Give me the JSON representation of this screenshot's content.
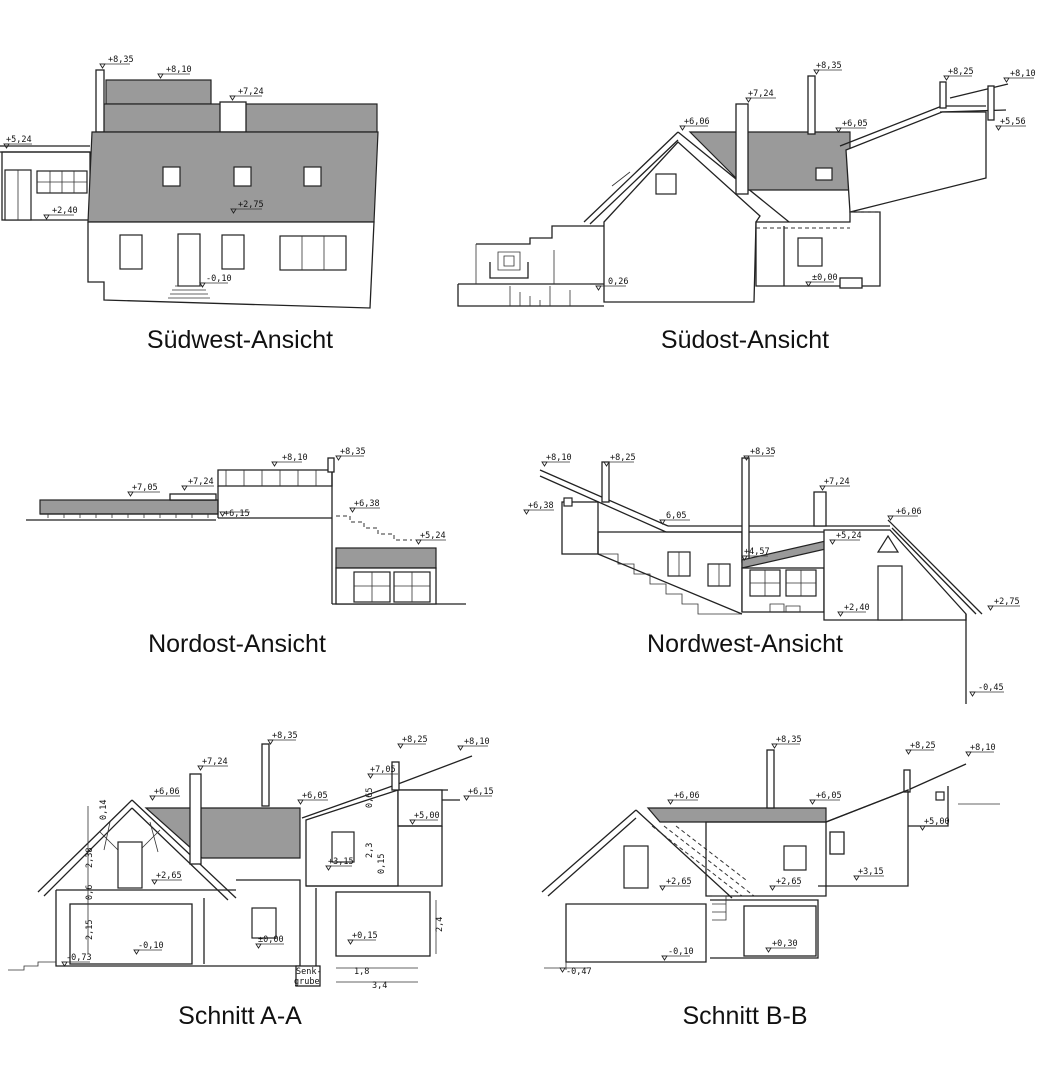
{
  "drawings": [
    {
      "id": "suedwest",
      "caption": "Südwest-Ansicht",
      "levels": [
        "+8,35",
        "+8,10",
        "+7,24",
        "+5,24",
        "+2,40",
        "+2,75",
        "-0,10"
      ]
    },
    {
      "id": "suedost",
      "caption": "Südost-Ansicht",
      "levels": [
        "+7,24",
        "+8,35",
        "+8,25",
        "+8,10",
        "+6,06",
        "+6,05",
        "+5,56",
        "0,26",
        "±0,00"
      ]
    },
    {
      "id": "nordost",
      "caption": "Nordost-Ansicht",
      "levels": [
        "+8,10",
        "+8,35",
        "+7,05",
        "+7,24",
        "+6,15",
        "+6,38",
        "+5,24"
      ]
    },
    {
      "id": "nordwest",
      "caption": "Nordwest-Ansicht",
      "levels": [
        "+8,10",
        "+8,25",
        "+8,35",
        "+7,24",
        "+6,38",
        "6,05",
        "+6,06",
        "+4,57",
        "+5,24",
        "+2,40",
        "+2,75",
        "-0,45"
      ]
    },
    {
      "id": "schnitt-a",
      "caption": "Schnitt A-A",
      "levels": [
        "+8,35",
        "+7,24",
        "+8,25",
        "+8,10",
        "+7,05",
        "+6,06",
        "+6,05",
        "+6,15",
        "+5,00",
        "+2,65",
        "+3,15",
        "-0,10",
        "±0,00",
        "+0,15",
        "-0,73"
      ],
      "dimensions": [
        "0,14",
        "2,38",
        "0,6",
        "2,15",
        "0,65",
        "2,3",
        "0,15",
        "2,4",
        "1,8",
        "3,4"
      ],
      "notes": [
        "Senk-",
        "grube"
      ]
    },
    {
      "id": "schnitt-b",
      "caption": "Schnitt B-B",
      "levels": [
        "+8,35",
        "+8,25",
        "+8,10",
        "+6,06",
        "+6,05",
        "+5,00",
        "+2,65",
        "+2,65",
        "+3,15",
        "-0,10",
        "+0,30",
        "-0,47"
      ]
    }
  ]
}
